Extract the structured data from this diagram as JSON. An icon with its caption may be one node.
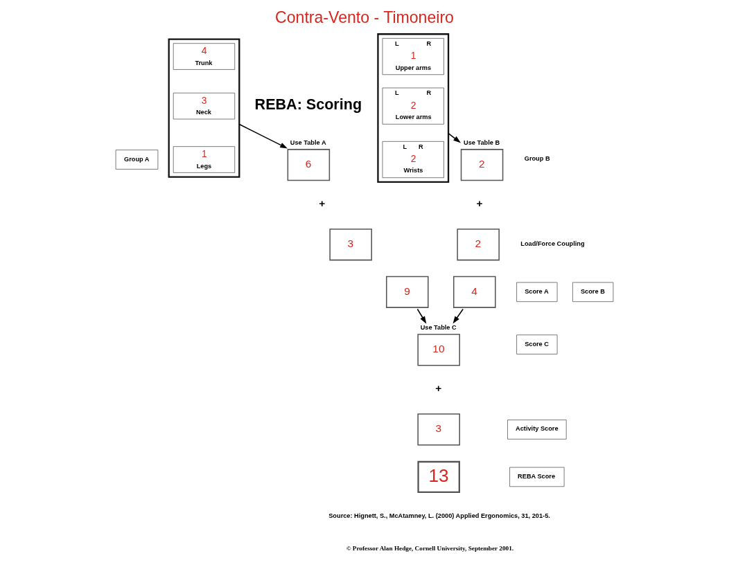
{
  "diagram": {
    "title": "Contra-Vento - Timoneiro",
    "nodes": [
      {
        "text": [
          "Group A"
        ]
      },
      {
        "text": [],
        "shape": "box"
      },
      {
        "text": [
          "4",
          "Trunk"
        ],
        "in": 1
      },
      {
        "text": [
          "3",
          "Neck"
        ],
        "in": 1
      },
      {
        "text": [
          "1",
          "Legs"
        ],
        "in": 1
      },
      {
        "text": [
          "Use Table A",
          "6"
        ]
      },
      {
        "text": [
          "3"
        ]
      },
      {
        "text": [
          "Use Table B",
          "2"
        ]
      },
      {
        "text": [
          "2"
        ]
      },
      {
        "text": [],
        "shape": "box"
      },
      {
        "text": [
          "L",
          "R",
          "1",
          "Upper arms"
        ],
        "in": 9
      },
      {
        "text": [
          "L",
          "R",
          "2",
          "Lower arms"
        ],
        "in": 9
      },
      {
        "text": [
          "L",
          "R",
          "2",
          "Wrists"
        ],
        "in": 9
      },
      {
        "text": [
          "Score A"
        ]
      },
      {
        "text": [
          "9"
        ]
      },
      {
        "text": [
          "4"
        ]
      },
      {
        "text": [
          "Score B"
        ]
      },
      {
        "text": [
          "Use Table C",
          "10"
        ]
      },
      {
        "text": [
          "Score C"
        ]
      },
      {
        "text": [
          "Activity Score"
        ]
      },
      {
        "text": [
          "3"
        ]
      },
      {
        "text": [
          "REBA Score"
        ]
      },
      {
        "text": [
          "13"
        ]
      }
    ],
    "edges": [
      {
        "from": 1,
        "to": 5,
        "arrow": "to"
      },
      {
        "from": 9,
        "to": 7,
        "arrow": "to"
      },
      {
        "from": 14,
        "to": 17,
        "arrow": "to"
      },
      {
        "from": 15,
        "to": 17,
        "arrow": "to"
      }
    ],
    "labels": [
      "REBA: Scoring",
      "Group B",
      "+",
      "+",
      "Load/Force Coupling",
      "+",
      "Source: Hignett, S., McAtamney, L. (2000) Applied Ergonomics, 31, 201-5.",
      "© Professor Alan Hedge, Cornell University, September 2001."
    ]
  }
}
